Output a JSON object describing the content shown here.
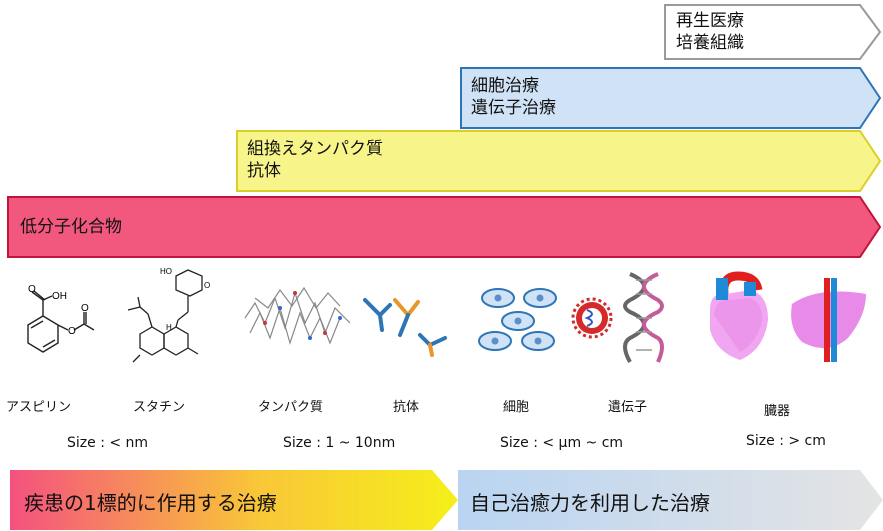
{
  "arrows": {
    "regenerative": {
      "line1": "再生医療",
      "line2": "培養組織",
      "fill": "#ffffff",
      "stroke": "#9a9a9a"
    },
    "cell": {
      "line1": "細胞治療",
      "line2": "遺伝子治療",
      "fill": "#cfe2f6",
      "stroke": "#2e75b6"
    },
    "protein": {
      "line1": "組換えタンパク質",
      "line2": "抗体",
      "fill": "#f7f58a",
      "stroke": "#d9cf2a"
    },
    "small_molecule": {
      "line1": "低分子化合物",
      "fill": "#f2577e",
      "stroke": "#c0143c"
    }
  },
  "items": {
    "aspirin": "アスピリン",
    "statin": "スタチン",
    "protein": "タンパク質",
    "antibody": "抗体",
    "cell": "細胞",
    "gene": "遺伝子",
    "organ": "臓器"
  },
  "molecule_labels": {
    "oh1": "OH",
    "o1": "O",
    "o2": "O",
    "o3": "O",
    "o4": "O",
    "ho": "HO",
    "h": "H"
  },
  "sizes": {
    "nm": "Size : < nm",
    "protein": "Size : 1 ~ 10nm",
    "cell": "Size : < μm ~ cm",
    "organ": "Size : > cm"
  },
  "bottom": {
    "left": "疾患の1標的に作用する治療",
    "right": "自己治癒力を利用した治療",
    "left_gradient": [
      "#f4517f",
      "#f9c638",
      "#f5ef1a"
    ],
    "right_gradient": [
      "#b9d4f2",
      "#e4e4e4"
    ]
  }
}
